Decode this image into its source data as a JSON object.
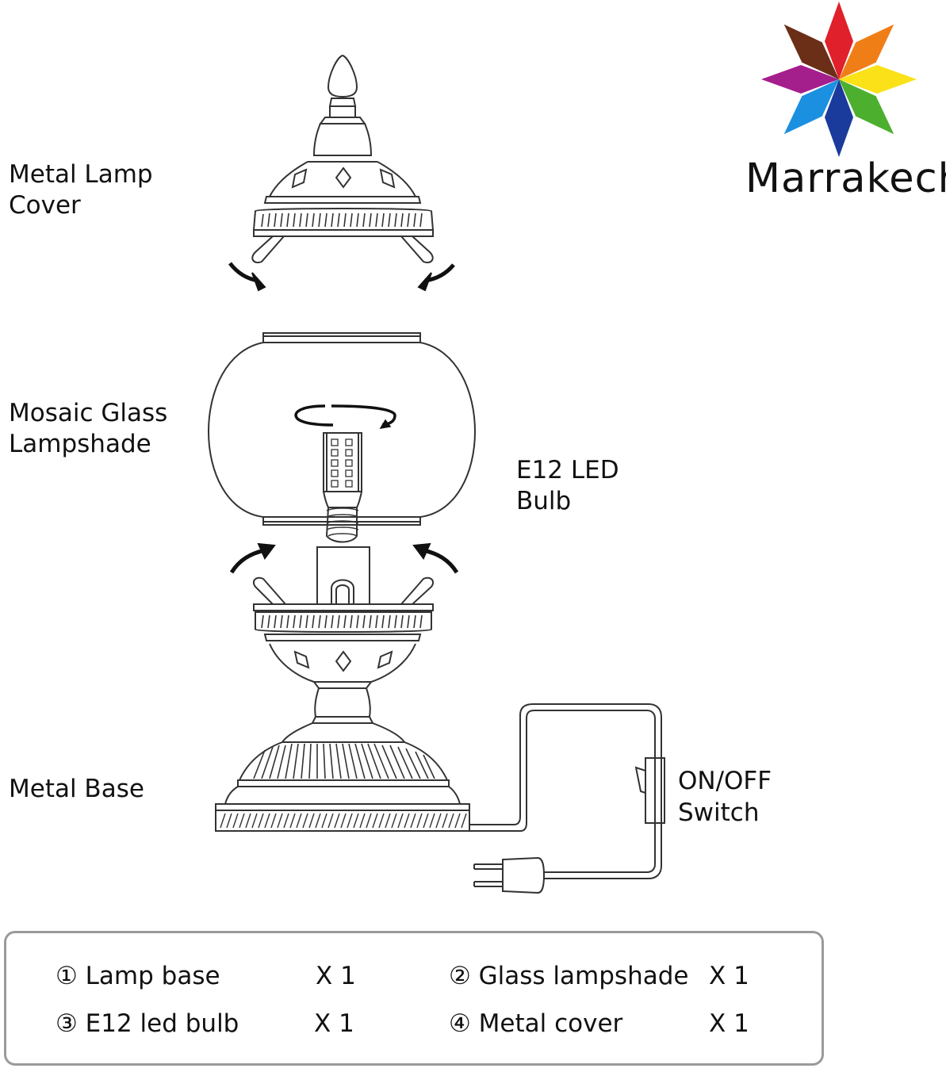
{
  "brand": {
    "name": "Marrakech",
    "colors": [
      "#e0202a",
      "#f07e17",
      "#fbe118",
      "#4caf2e",
      "#1a3b9c",
      "#1b8fe0",
      "#a41e8c",
      "#6b2e16"
    ]
  },
  "labels": {
    "cover": [
      "Metal Lamp",
      "Cover"
    ],
    "shade": [
      "Mosaic Glass",
      "Lampshade"
    ],
    "bulb": [
      "E12 LED",
      "Bulb"
    ],
    "base": [
      "Metal Base"
    ],
    "switch": [
      "ON/OFF",
      "Switch"
    ]
  },
  "parts": [
    {
      "name": "① Lamp base",
      "qty": "X  1"
    },
    {
      "name": "② Glass lampshade",
      "qty": "X  1"
    },
    {
      "name": "③ E12 led bulb",
      "qty": "X  1"
    },
    {
      "name": "④ Metal cover",
      "qty": "X  1"
    }
  ]
}
